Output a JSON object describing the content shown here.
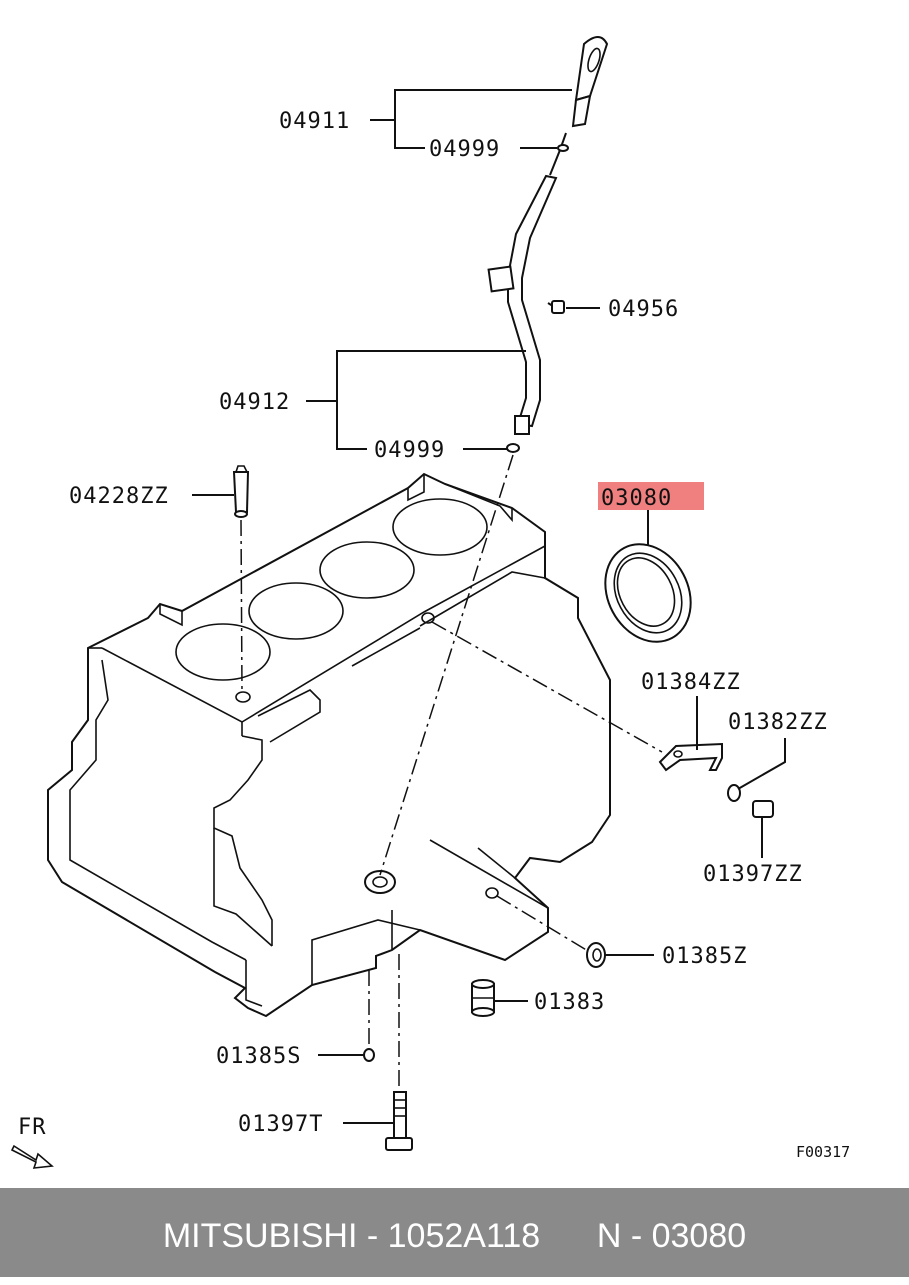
{
  "labels": {
    "oil_level_gauge": "04911",
    "o_ring_upper": "04999",
    "bolt_guide": "04956",
    "guide_tube": "04912",
    "o_ring_lower": "04999",
    "plug": "04228ZZ",
    "oil_seal": "03080",
    "bracket": "01384ZZ",
    "gasket": "01382ZZ",
    "bolt_bracket": "01397ZZ",
    "plug_small": "01385Z",
    "pin": "01383",
    "plug_bottom": "01385S",
    "stud_bolt": "01397T"
  },
  "front_marker": "FR",
  "figure_code": "F00317",
  "highlight_color": "#f08080",
  "footer": {
    "text": "MITSUBISHI - 1052A118      N - 03080"
  }
}
